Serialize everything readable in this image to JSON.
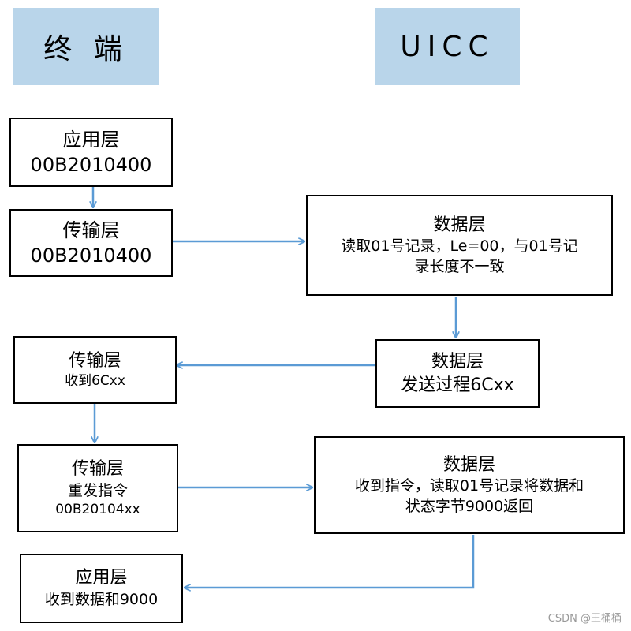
{
  "headers": {
    "terminal": "终 端",
    "uicc": "UICC"
  },
  "boxes": {
    "app_layer_1": {
      "title": "应用层",
      "line": "00B2010400"
    },
    "transport_1": {
      "title": "传输层",
      "line": "00B2010400"
    },
    "data_layer_1": {
      "title": "数据层",
      "line1": "读取01号记录，Le=00，与01号记",
      "line2": "录长度不一致"
    },
    "data_layer_2": {
      "title": "数据层",
      "line": "发送过程6Cxx"
    },
    "transport_2": {
      "title": "传输层",
      "line": "收到6Cxx"
    },
    "transport_3": {
      "title": "传输层",
      "line1": "重发指令",
      "line2": "00B20104xx"
    },
    "data_layer_3": {
      "title": "数据层",
      "line1": "收到指令，读取01号记录将数据和",
      "line2": "状态字节9000返回"
    },
    "app_layer_2": {
      "title": "应用层",
      "line": "收到数据和9000"
    }
  },
  "watermark": "CSDN @王桶桶",
  "colors": {
    "header_fill": "#b9d5ea",
    "arrow": "#5b9bd5"
  }
}
